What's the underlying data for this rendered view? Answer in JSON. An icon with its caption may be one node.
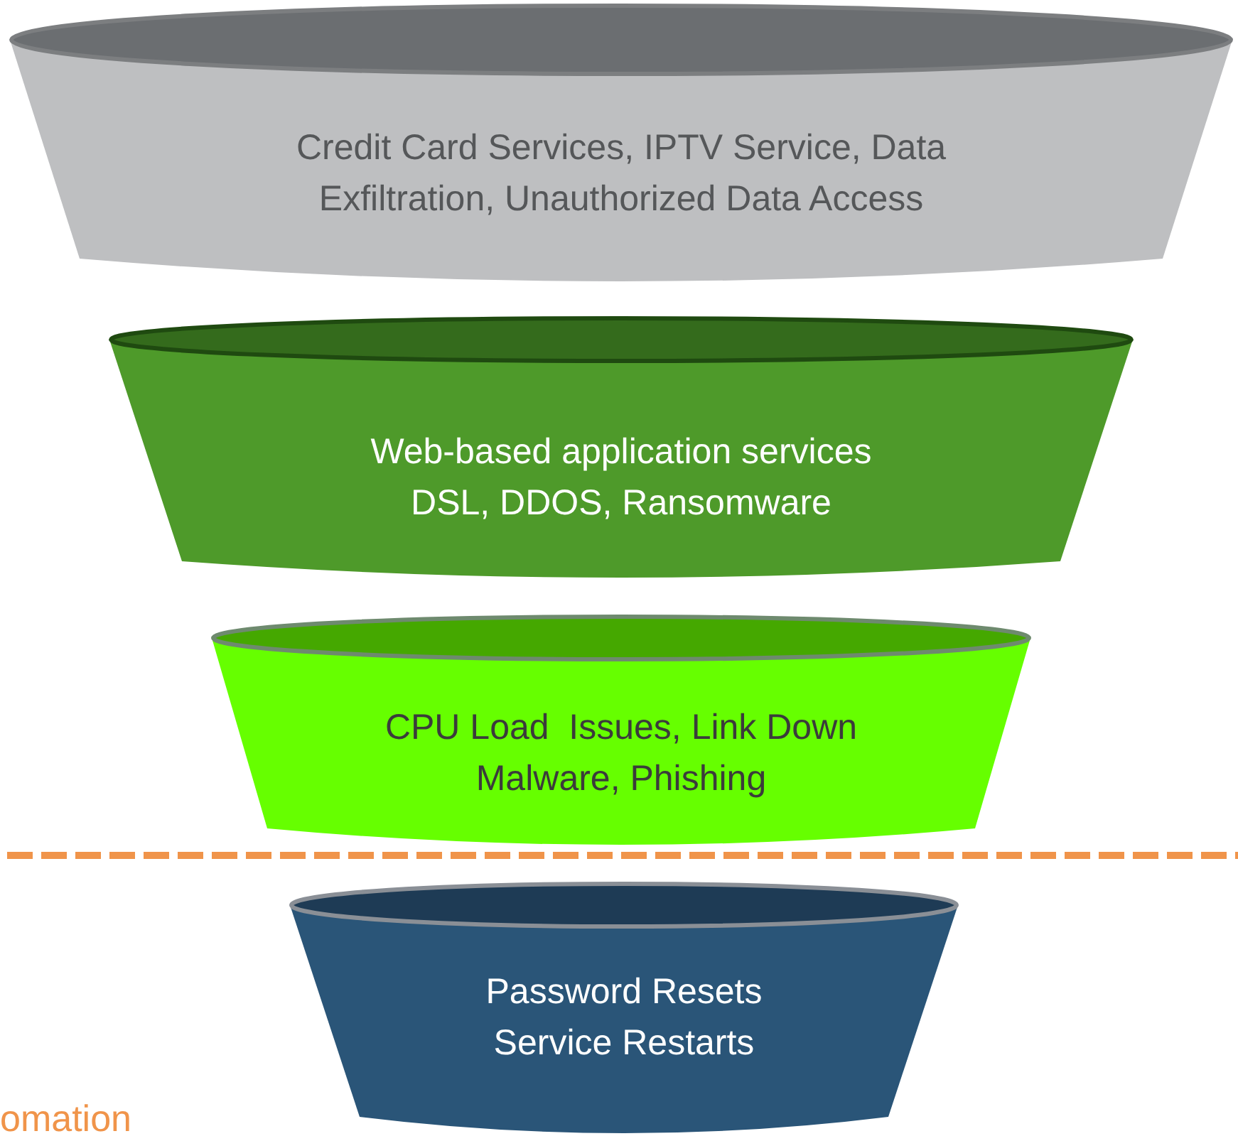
{
  "diagram": {
    "nodes": [
      {
        "text": [
          "Credit Card Services, IPTV Service, Data Exfiltration, Unauthorized Data Access"
        ]
      },
      {
        "text": [
          "Web-based application services",
          "DSL, DDOS, Ransomware"
        ]
      },
      {
        "text": [
          "CPU Load  Issues, Link Down",
          "Malware, Phishing"
        ]
      },
      {
        "text": [
          "Password Resets",
          "Service Restarts"
        ]
      }
    ],
    "edges": [],
    "labels": [
      "omation"
    ]
  }
}
